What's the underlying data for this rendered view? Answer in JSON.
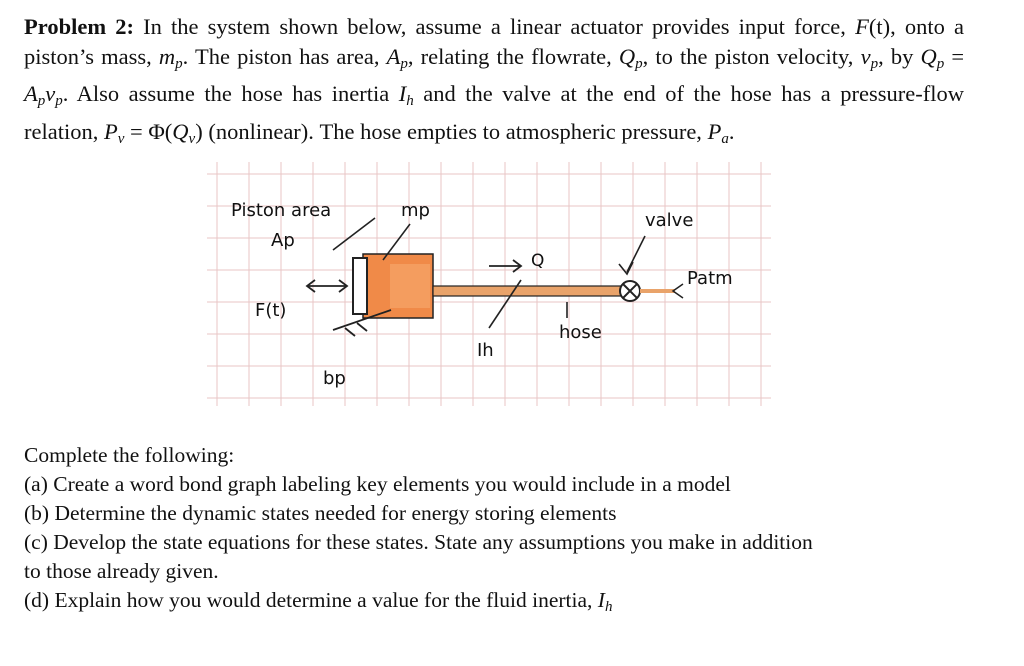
{
  "problem": {
    "label": "Problem 2:",
    "p1": "In the system shown below, assume a linear actuator provides input force,",
    "F": "F",
    "t": "(t)",
    "p2": ", onto a piston’s mass,",
    "m": "m",
    "p_sub": "p",
    "p3": ". The piston has area,",
    "A": "A",
    "p4": ", relating the flowrate,",
    "Q": "Q",
    "p5": ", to the piston velocity,",
    "v": "v",
    "p6": ", by",
    "eq_Q": "Q",
    "eq_A": "A",
    "eq_v": "v",
    "p7": ". Also assume the hose has inertia",
    "I": "I",
    "h_sub": "h",
    "p8": "and the valve at the end of the hose has a pressure-flow relation,",
    "P": "P",
    "v_sub": "v",
    "p9": "= Φ(",
    "Qv": "Q",
    "p10": ") (nonlinear). The hose empties to atmospheric pressure,",
    "Pa": "P",
    "a_sub": "a",
    "p11": "."
  },
  "figure": {
    "piston_area": "Piston area",
    "Ap": "Ap",
    "mp": "mp",
    "valve": "valve",
    "Q": "Q",
    "Patm": "Patm",
    "Ft": "F(t)",
    "hose": "hose",
    "Ih": "Ih",
    "bp": "bp",
    "colors": {
      "mass": "#f08a48",
      "hose": "#e9a36a",
      "grid": "#e8c6c6"
    }
  },
  "tasks": {
    "intro": "Complete the following:",
    "a": "(a) Create a word bond graph labeling key elements you would include in a model",
    "b": "(b) Determine the dynamic states needed for energy storing elements",
    "c1": "(c) Develop the state equations for these states. State any assumptions you make in addition",
    "c2": "to those already given.",
    "d_text": "(d) Explain how you would determine a value for the fluid inertia,",
    "d_I": "I",
    "d_sub": "h"
  }
}
